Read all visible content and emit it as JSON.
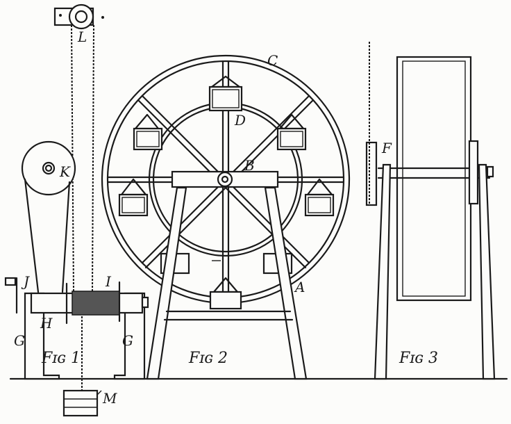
{
  "figures": {
    "fig1": "Fɪɢ 1",
    "fig2": "Fɪɢ 2",
    "fig3": "Fɪɢ 3"
  },
  "labels": {
    "A": "A",
    "B": "B",
    "C": "C",
    "D": "D",
    "F": "F",
    "G_left": "G",
    "G_right": "G",
    "H": "H",
    "I": "I",
    "J": "J",
    "K": "K",
    "L": "L",
    "M": "M"
  }
}
